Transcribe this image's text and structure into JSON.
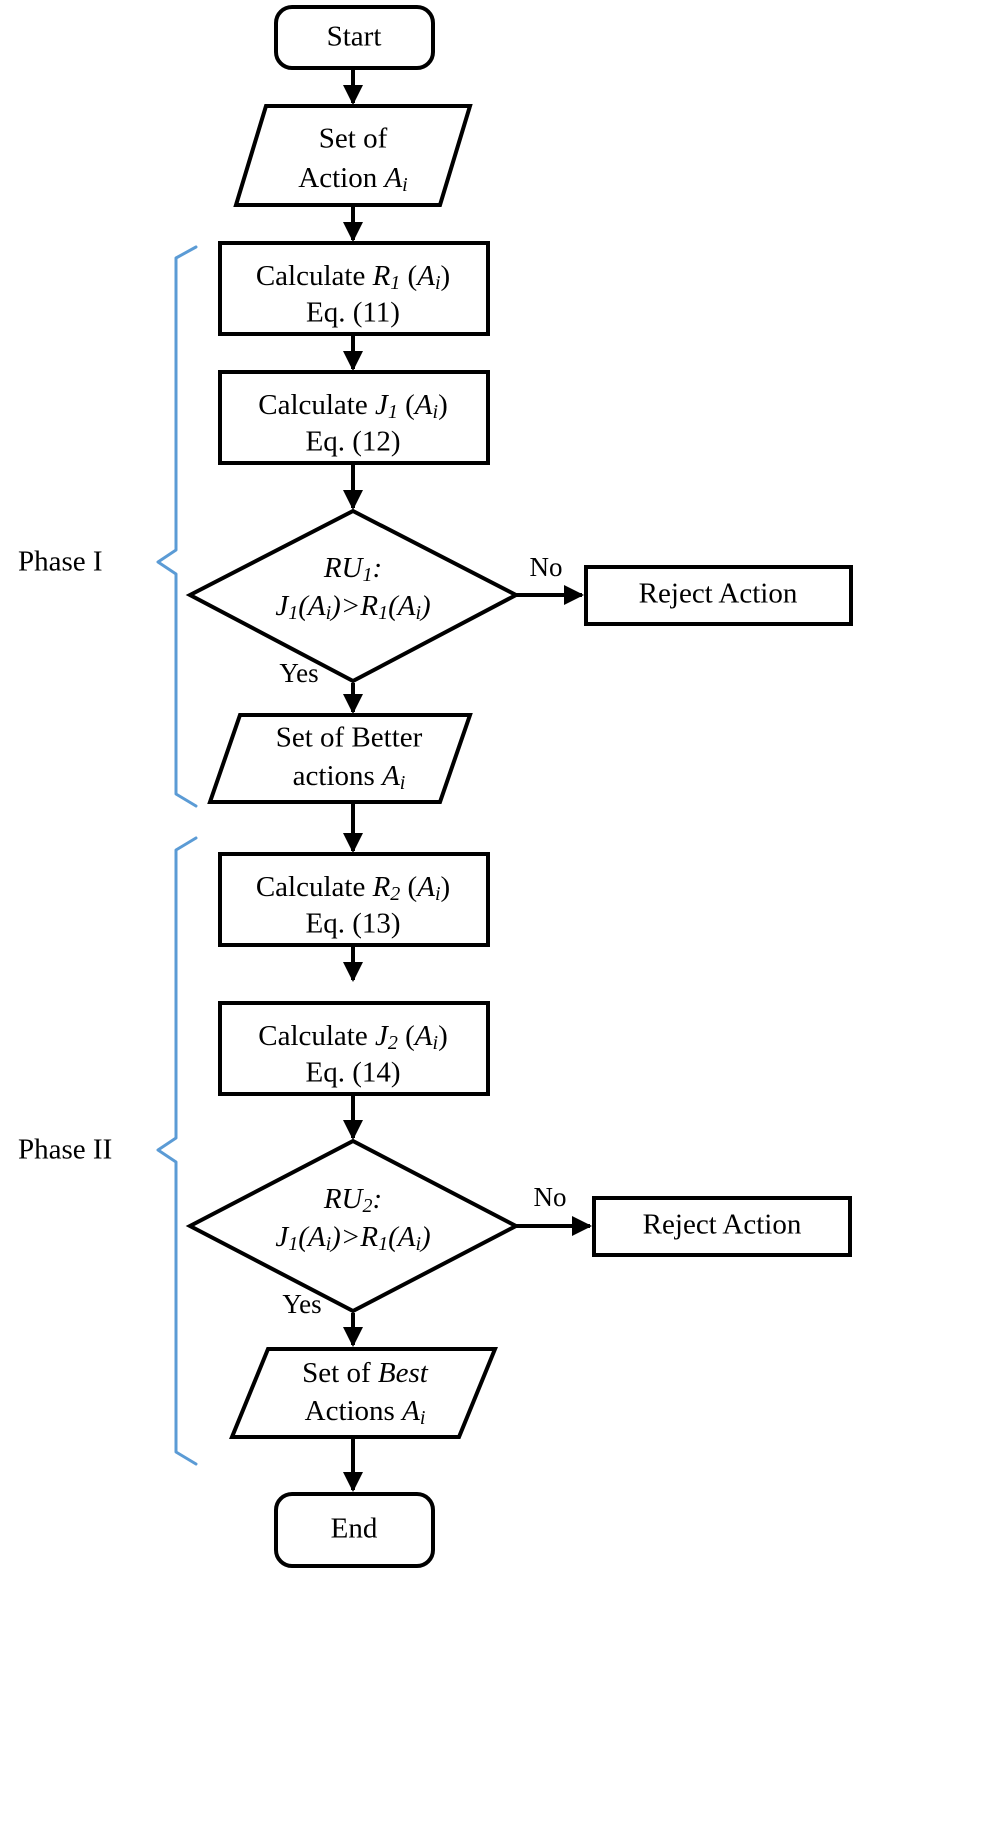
{
  "diagram": {
    "title": "Two-phase action selection flowchart",
    "accent_color": "#5B9BD5",
    "line_color": "#000000",
    "fill_color": "#FFFFFF"
  },
  "nodes": {
    "start": {
      "label": "Start",
      "shape": "terminator"
    },
    "input_actions": {
      "line1": "Set of",
      "line2_pre": "Action ",
      "line2_var": "A",
      "line2_sub": "i",
      "shape": "parallelogram"
    },
    "calc_r1": {
      "line1_pre": "Calculate ",
      "line1_var": "R",
      "line1_sub": "1",
      "line1_post": " (A",
      "line1_sub2": "i",
      "line1_end": ")",
      "line2": "Eq. (11)",
      "shape": "process"
    },
    "calc_j1": {
      "line1_pre": "Calculate ",
      "line1_var": "J",
      "line1_sub": "1",
      "line1_post": " (A",
      "line1_sub2": "i",
      "line1_end": ")",
      "line2": "Eq. (12)",
      "shape": "process"
    },
    "decision_ru1": {
      "line1_var": "RU",
      "line1_sub": "1",
      "line1_post": ":",
      "line2": "J1(Ai)>R1(Ai)",
      "shape": "decision"
    },
    "reject_1": {
      "label": "Reject Action",
      "shape": "process"
    },
    "better_actions": {
      "line1": "Set of Better",
      "line2_pre": "actions ",
      "line2_var": "A",
      "line2_sub": "i",
      "shape": "parallelogram"
    },
    "calc_r2": {
      "line1_pre": "Calculate ",
      "line1_var": "R",
      "line1_sub": "2",
      "line1_post": " (A",
      "line1_sub2": "i",
      "line1_end": ")",
      "line2": "Eq. (13)",
      "shape": "process"
    },
    "calc_j2": {
      "line1_pre": "Calculate ",
      "line1_var": "J",
      "line1_sub": "2",
      "line1_post": " (A",
      "line1_sub2": "i",
      "line1_end": ")",
      "line2": "Eq. (14)",
      "shape": "process"
    },
    "decision_ru2": {
      "line1_var": "RU",
      "line1_sub": "2",
      "line1_post": ":",
      "line2": "J1(Ai)>R1(Ai)",
      "shape": "decision"
    },
    "reject_2": {
      "label": "Reject Action",
      "shape": "process"
    },
    "best_actions": {
      "line1_pre": "Set of ",
      "line1_em": "Best",
      "line2_pre": "Actions ",
      "line2_var": "A",
      "line2_sub": "i",
      "shape": "parallelogram"
    },
    "end": {
      "label": "End",
      "shape": "terminator"
    }
  },
  "edge_labels": {
    "no_1": "No",
    "yes_1": "Yes",
    "no_2": "No",
    "yes_2": "Yes"
  },
  "phases": {
    "phase_1": "Phase I",
    "phase_2": "Phase II"
  }
}
